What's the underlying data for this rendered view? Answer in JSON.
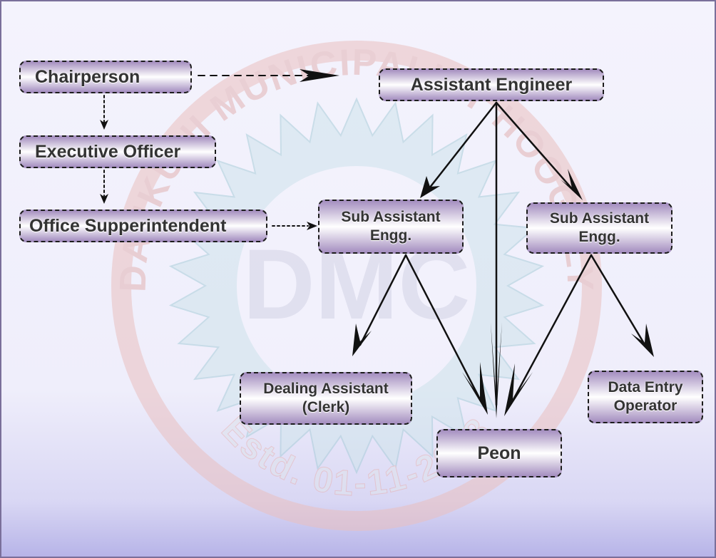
{
  "watermark": {
    "emblem_text": "DMC",
    "ring_top_text": "DANKUNI MUNICIPALITY HOOGHLY",
    "ring_bottom_text": "Estd. 01-11-2008"
  },
  "colors": {
    "box_fill": "#a58fc0",
    "box_border": "#1c1c1c",
    "text": "#333333",
    "background_bottom": "#b7b4e8",
    "watermark_red": "#e7a3a3",
    "watermark_teal": "#9fc9d6"
  },
  "nodes": {
    "chairperson": "Chairperson",
    "executive_officer": "Executive Officer",
    "office_superintendent": "Office Supperintendent",
    "assistant_engineer": "Assistant Engineer",
    "sub_assistant_engg_left": "Sub Assistant\nEngg.",
    "sub_assistant_engg_right": "Sub Assistant\nEngg.",
    "dealing_assistant": "Dealing Assistant\n(Clerk)",
    "peon": "Peon",
    "data_entry_operator": "Data Entry\nOperator"
  }
}
